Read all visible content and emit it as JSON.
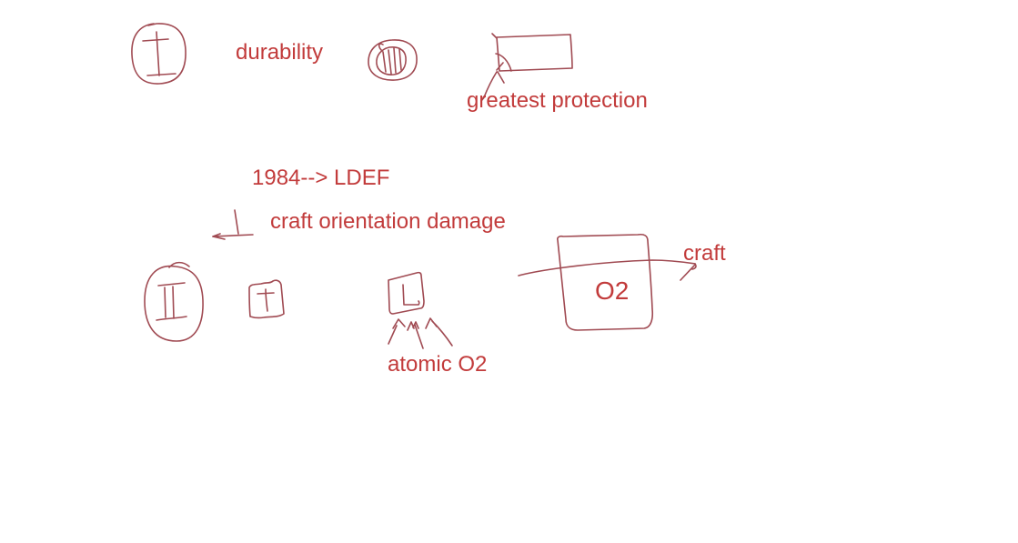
{
  "colors": {
    "background": "#ffffff",
    "ink": "#a04a52",
    "text": "#c23b3b"
  },
  "labels": {
    "durability": "durability",
    "greatest_protection": "greatest protection",
    "year_ldef": "1984--> LDEF",
    "craft_orientation_damage": "craft orientation damage",
    "craft": "craft",
    "o2": "O2",
    "atomic_o2": "atomic O2"
  },
  "sketch_shapes": [
    "circled-plumb-mark",
    "shaded-sphere-scribble",
    "rectangle-with-corner-arc",
    "corner-pointer-arrow",
    "angle-bracket-mark",
    "o2-box",
    "craft-direction-line",
    "circled-i-beam",
    "square-with-t-mark",
    "tilted-square-with-l-mark",
    "upward-arrows"
  ]
}
